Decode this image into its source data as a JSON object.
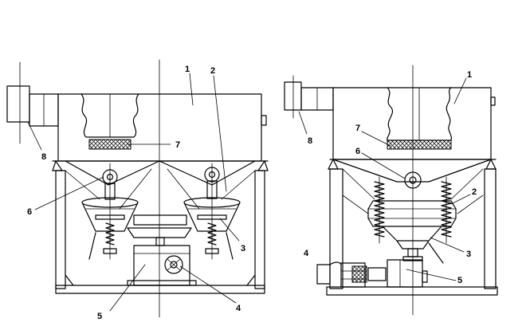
{
  "left_figure": {
    "labels": {
      "n1": "1",
      "n2": "2",
      "n3": "3",
      "n4": "4",
      "n5": "5",
      "n6": "6",
      "n7": "7",
      "n8": "8"
    }
  },
  "right_figure": {
    "labels": {
      "n1": "1",
      "n2": "2",
      "n3": "3",
      "n4": "4",
      "n5": "5",
      "n6": "6",
      "n7": "7",
      "n8": "8"
    }
  },
  "colors": {
    "line": "#000000",
    "background": "#ffffff"
  }
}
